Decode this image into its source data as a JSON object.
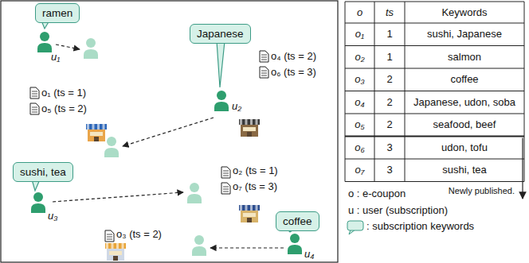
{
  "diagram": {
    "nodes": [
      {
        "text": [
          "ramen"
        ]
      },
      {
        "text": [
          "Japanese"
        ]
      },
      {
        "text": [
          "sushi, tea"
        ]
      },
      {
        "text": [
          "coffee"
        ]
      }
    ],
    "labels": [
      "u₁",
      "u₂",
      "u₃",
      "u₄",
      "o₁ (ts = 1)",
      "o₅ (ts = 2)",
      "o₄ (ts = 2)",
      "o₆ (ts = 3)",
      "o₂ (ts = 1)",
      "o₇ (ts = 3)",
      "o₃ (ts = 2)",
      "o",
      "ts",
      "Keywords",
      "o₁",
      "1",
      "sushi, Japanese",
      "o₂",
      "1",
      "salmon",
      "o₃",
      "2",
      "coffee",
      "o₄",
      "2",
      "Japanese, udon, soba",
      "o₅",
      "2",
      "seafood, beef",
      "o₆",
      "3",
      "udon, tofu",
      "o₇",
      "3",
      "sushi, tea",
      "Newly published."
    ],
    "legend": [
      {
        "text": "o : e-coupon"
      },
      {
        "text": "u : user (subscription)"
      },
      {
        "text": ": subscription keywords"
      }
    ]
  }
}
